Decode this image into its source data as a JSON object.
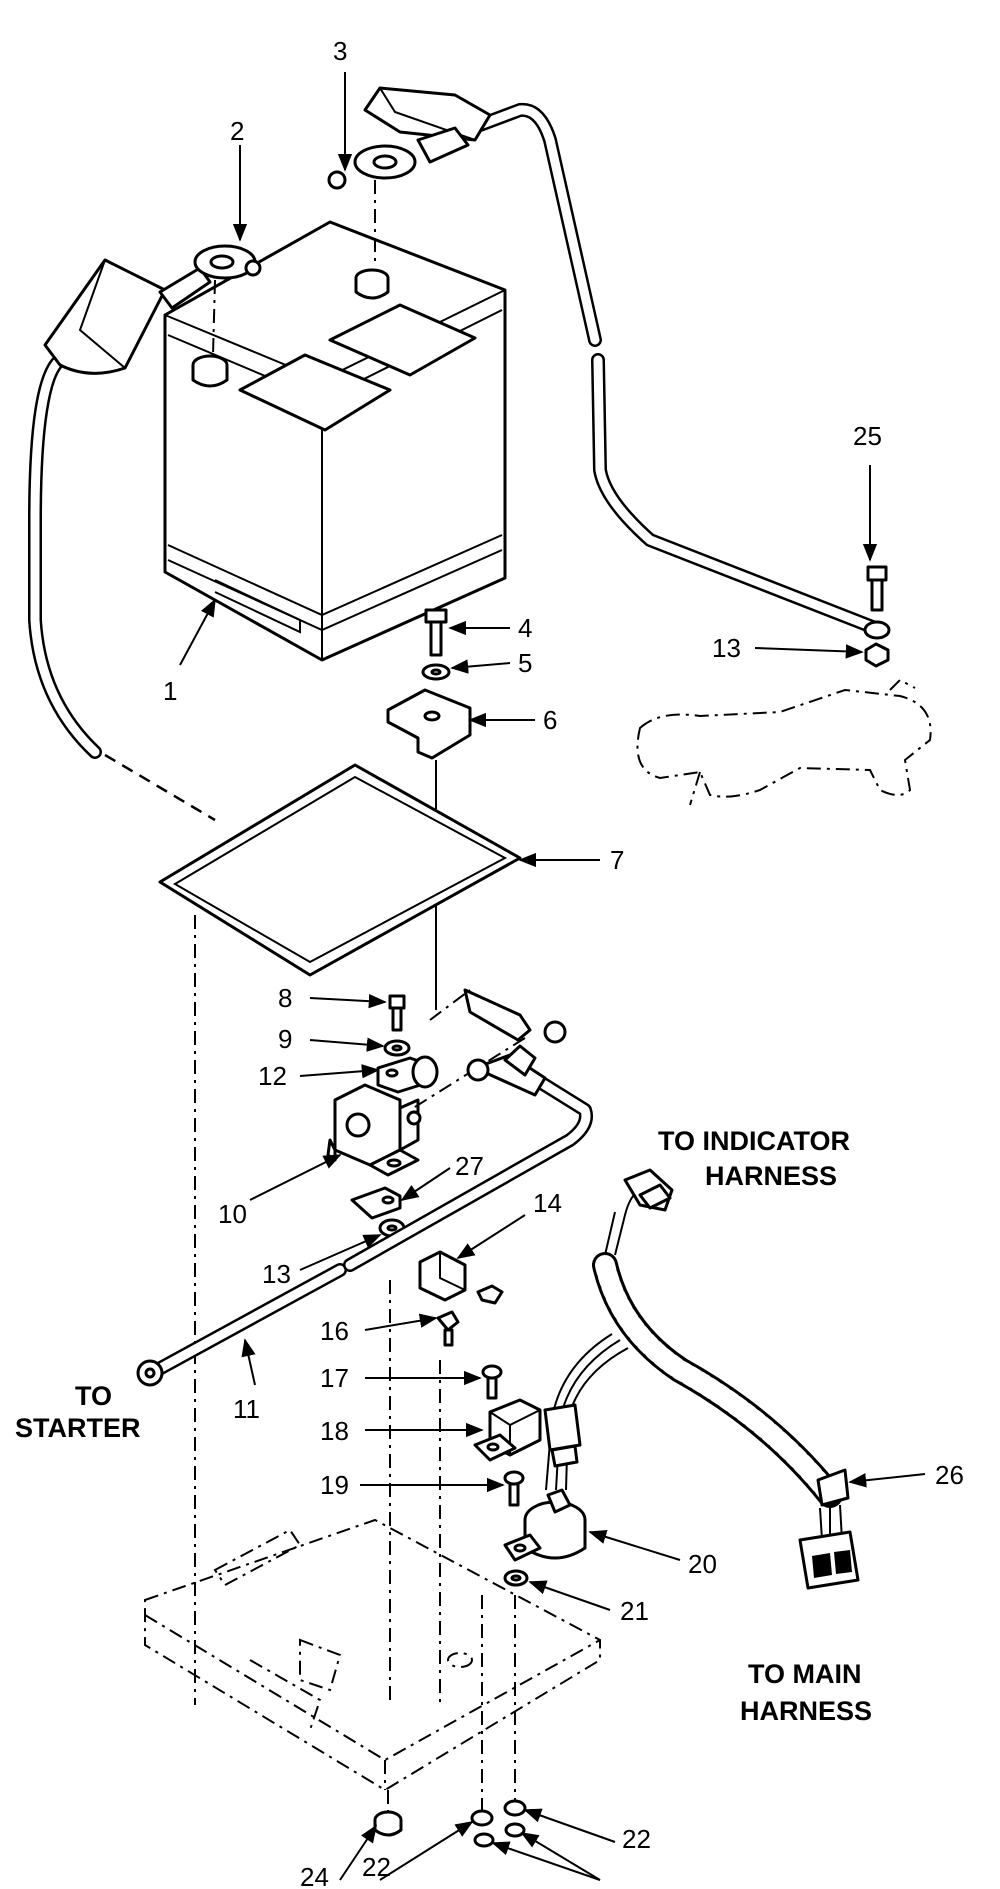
{
  "labels": {
    "p1": "1",
    "p2": "2",
    "p3": "3",
    "p4": "4",
    "p5": "5",
    "p6": "6",
    "p7": "7",
    "p8": "8",
    "p9": "9",
    "p10": "10",
    "p11": "11",
    "p12": "12",
    "p13a": "13",
    "p13b": "13",
    "p14": "14",
    "p16": "16",
    "p17": "17",
    "p18": "18",
    "p19": "19",
    "p20": "20",
    "p21": "21",
    "p22a": "22",
    "p22b": "22",
    "p24": "24",
    "p25": "25",
    "p26": "26",
    "p27": "27"
  },
  "notes": {
    "indicator_line1": "TO INDICATOR",
    "indicator_line2": "HARNESS",
    "starter_line1": "TO",
    "starter_line2": "STARTER",
    "main_line1": "TO MAIN",
    "main_line2": "HARNESS"
  }
}
